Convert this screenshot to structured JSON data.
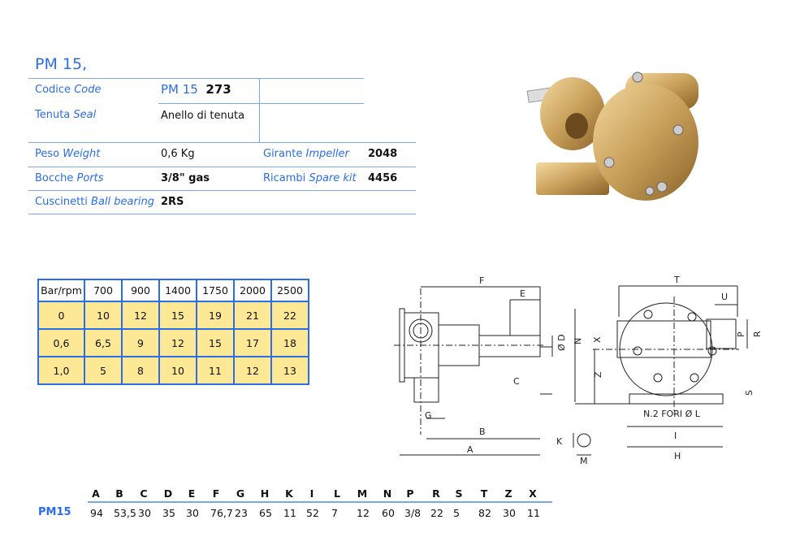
{
  "title": "PM 15,",
  "specs": {
    "code": {
      "it": "Codice",
      "en": "Code",
      "prefix": "PM 15",
      "value": "273"
    },
    "seal": {
      "it": "Tenuta",
      "en": "Seal",
      "value": "Anello di tenuta"
    },
    "weight": {
      "it": "Peso",
      "en": "Weight",
      "value": "0,6 Kg"
    },
    "impeller": {
      "it": "Girante",
      "en": "Impeller",
      "value": "2048"
    },
    "ports": {
      "it": "Bocche",
      "en": "Ports",
      "value": "3/8\" gas"
    },
    "spare": {
      "it": "Ricambi",
      "en": "Spare kit",
      "value": "4456"
    },
    "bearing": {
      "it": "Cuscinetti",
      "en": "Ball bearing",
      "value": "2RS"
    }
  },
  "performance": {
    "header": [
      "Bar/rpm",
      "700",
      "900",
      "1400",
      "1750",
      "2000",
      "2500"
    ],
    "rows": [
      [
        "0",
        "10",
        "12",
        "15",
        "19",
        "21",
        "22"
      ],
      [
        "0,6",
        "6,5",
        "9",
        "12",
        "15",
        "17",
        "18"
      ],
      [
        "1,0",
        "5",
        "8",
        "10",
        "11",
        "12",
        "13"
      ]
    ]
  },
  "drawing_labels": {
    "F": "F",
    "E": "E",
    "D": "Ø D",
    "N": "N",
    "C": "C",
    "G": "G",
    "B": "B",
    "A": "A",
    "T": "T",
    "U": "U",
    "X": "X",
    "Z": "Z",
    "P": "P",
    "R": "R",
    "S": "S",
    "holes": "N.2 FORI Ø L",
    "I": "I",
    "H": "H",
    "K": "K",
    "M": "M"
  },
  "dimensions": {
    "model": "PM15",
    "letters": [
      "A",
      "B",
      "C",
      "D",
      "E",
      "F",
      "G",
      "H",
      "K",
      "I",
      "L",
      "M",
      "N",
      "P",
      "R",
      "S",
      "T",
      "Z",
      "X"
    ],
    "values": [
      "94",
      "53,5",
      "30",
      "35",
      "30",
      "76,7",
      "23",
      "65",
      "11",
      "52",
      "7",
      "12",
      "60",
      "3/8",
      "22",
      "5",
      "82",
      "30",
      "11"
    ]
  },
  "colors": {
    "accent": "#2a6de6",
    "table_fill": "#fde896",
    "bronze": "#c9a05a"
  }
}
